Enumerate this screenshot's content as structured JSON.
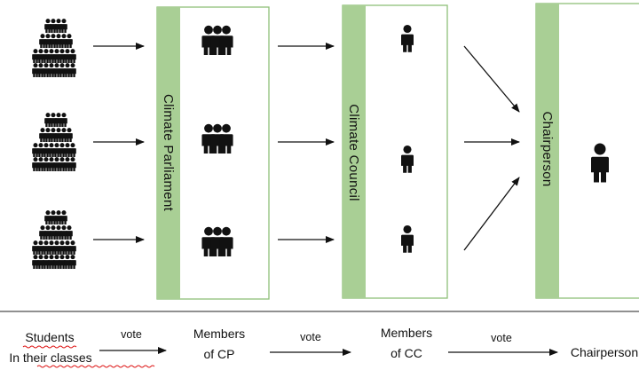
{
  "boxes": {
    "parliament": {
      "label": "Climate Parliament"
    },
    "council": {
      "label": "Climate Council"
    },
    "chair": {
      "label": "Chairperson"
    }
  },
  "legend": {
    "students_line1": "Students",
    "students_line2": "In their classes",
    "vote1": "vote",
    "cp_line1": "Members",
    "cp_line2": "of CP",
    "vote2": "vote",
    "cc_line1": "Members",
    "cc_line2": "of CC",
    "vote3": "vote",
    "chair": "Chairperson"
  },
  "colors": {
    "box_accent": "#a9cf95",
    "box_border": "#8fbf78",
    "figure": "#111111",
    "arrow": "#111111",
    "spellcheck": "#dd1111"
  },
  "icons": {
    "crowd": "student-crowd-icon",
    "group": "three-person-group-icon",
    "person": "single-person-icon"
  }
}
